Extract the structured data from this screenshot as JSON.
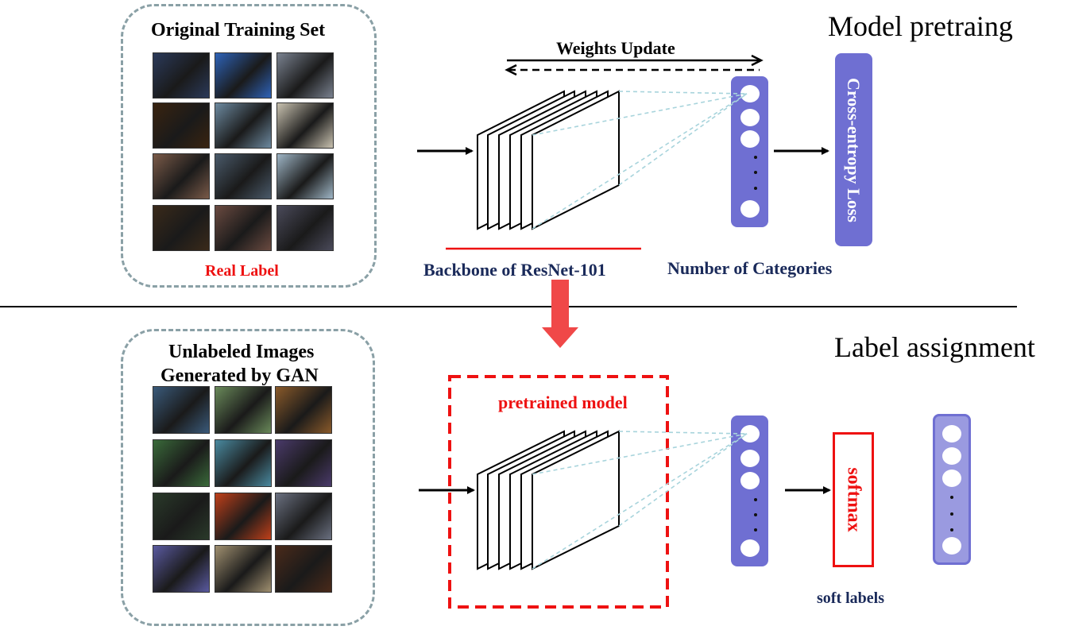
{
  "top": {
    "section_title": "Model pretraing",
    "set_title": "Original Training  Set",
    "set_caption": "Real Label",
    "weights_label": "Weights Update",
    "backbone_label": "Backbone of ResNet-101",
    "categories_label": "Number of Categories",
    "loss_label": "Cross-entropy Loss"
  },
  "bottom": {
    "section_title": "Label assignment",
    "set_title_line1": "Unlabeled Images",
    "set_title_line2": "Generated by GAN",
    "model_label": "pretrained model",
    "softmax_label": "softmax",
    "soft_labels_caption": "soft labels"
  },
  "colors": {
    "vector": "#6f6fd2",
    "vector_light": "#9a9ae0",
    "red_accent": "#ee1111",
    "arrow_red": "#f04848",
    "dashed_border": "#8aa0a6",
    "navy_text": "#1a2a5a",
    "connector": "#a8d4dc"
  },
  "thumbnails_real": [
    "#2b3a5a",
    "#2e63b8",
    "#7a8290",
    "#3a2410",
    "#6d8aa0",
    "#c9c2b0",
    "#7a5a48",
    "#4a5a6a",
    "#9fb6c6",
    "#3a2a1a",
    "#6a4a40",
    "#4a4a5a"
  ],
  "thumbnails_gan": [
    "#3a5a7a",
    "#6a8a5a",
    "#8a5a2a",
    "#3a6a3a",
    "#4a8aa0",
    "#4a3a6a",
    "#2a3a2a",
    "#c0401a",
    "#6a7080",
    "#5a5aa0",
    "#a09070",
    "#4a2a1a"
  ]
}
